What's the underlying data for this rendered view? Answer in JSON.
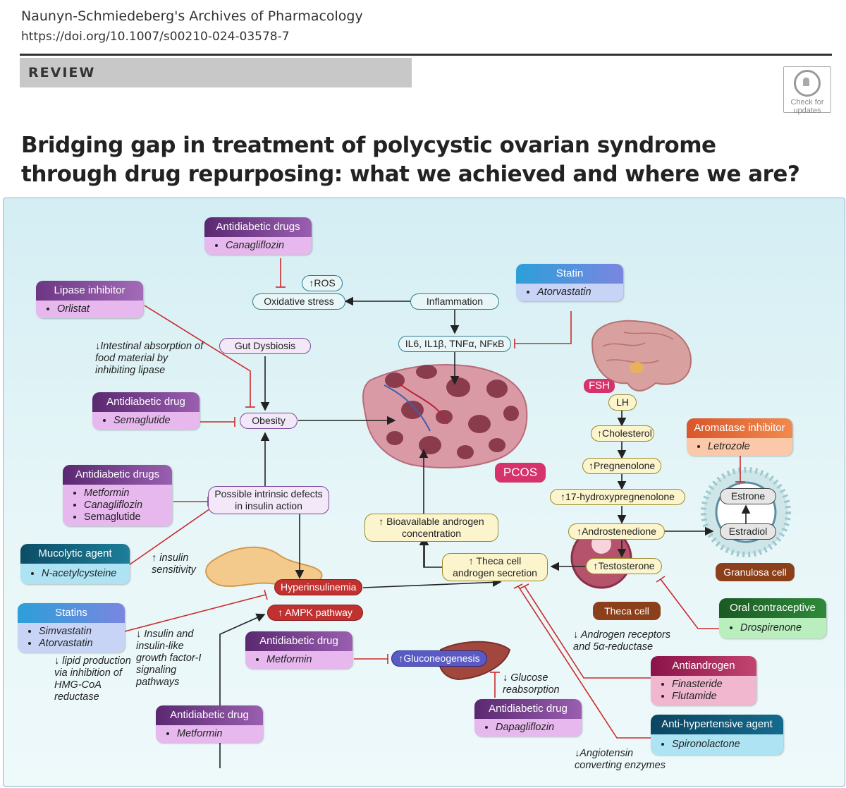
{
  "header": {
    "journal": "Naunyn-Schmiedeberg's Archives of Pharmacology",
    "doi": "https://doi.org/10.1007/s00210-024-03578-7",
    "section": "REVIEW",
    "updates_line1": "Check for",
    "updates_line2": "updates",
    "title_line1": "Bridging gap in treatment of polycystic ovarian syndrome",
    "title_line2": "through drug repurposing: what we achieved and where we are?"
  },
  "colors": {
    "antidiabetic": "#7a3f8f",
    "lipase": "#8a4b9a",
    "statin": "#3aa7de",
    "mucolytic": "#12607a",
    "aromatase": "#e46a2e",
    "contraceptive": "#1f6b2b",
    "antiandrogen": "#9b1c56",
    "antihypertensive": "#0f4d6e",
    "inhibit": "#cc2a2a",
    "arrow": "#222222"
  },
  "cards": {
    "canagliflozin": {
      "header": "Antidiabetic drugs",
      "items": [
        "Canagliflozin"
      ]
    },
    "orlistat": {
      "header": "Lipase inhibitor",
      "items": [
        "Orlistat"
      ]
    },
    "statin_top": {
      "header": "Statin",
      "items": [
        "Atorvastatin"
      ]
    },
    "semaglutide": {
      "header": "Antidiabetic drug",
      "items": [
        "Semaglutide"
      ]
    },
    "ad_three": {
      "header": "Antidiabetic drugs",
      "items": [
        "Metformin",
        "Canagliflozin",
        "Semaglutide"
      ]
    },
    "mucolytic": {
      "header": "Mucolytic agent",
      "items": [
        "N-acetylcysteine"
      ]
    },
    "statins": {
      "header": "Statins",
      "items": [
        "Simvastatin",
        "Atorvastatin"
      ]
    },
    "metformin_mid": {
      "header": "Antidiabetic drug",
      "items": [
        "Metformin"
      ]
    },
    "metformin_low": {
      "header": "Antidiabetic drug",
      "items": [
        "Metformin"
      ]
    },
    "dapagliflozin": {
      "header": "Antidiabetic drug",
      "items": [
        "Dapagliflozin"
      ]
    },
    "aromatase": {
      "header": "Aromatase inhibitor",
      "items": [
        "Letrozole"
      ]
    },
    "contraceptive": {
      "header": "Oral contraceptive",
      "items": [
        "Drospirenone"
      ]
    },
    "antiandrogen": {
      "header": "Antiandrogen",
      "items": [
        "Finasteride",
        "Flutamide"
      ]
    },
    "antihypertensive": {
      "header": "Anti-hypertensive agent",
      "items": [
        "Spironolactone"
      ]
    }
  },
  "nodes": {
    "ros": "↑ROS",
    "oxidative": "Oxidative stress",
    "inflammation": "Inflammation",
    "cytokines": "IL6, IL1β, TNFα, NFκB",
    "gut": "Gut Dysbiosis",
    "obesity": "Obesity",
    "insulin_defects": "Possible intrinsic defects in insulin action",
    "hyperinsulinemia": "Hyperinsulinemia",
    "ampk": "↑ AMPK pathway",
    "gluconeogenesis": "↑Gluconeogenesis",
    "bioavailable": "↑ Bioavailable androgen concentration",
    "theca_secretion": "↑ Theca cell androgen secretion",
    "fsh": "FSH",
    "lh": "LH",
    "cholesterol": "↑Cholesterol",
    "pregnenolone": "↑Pregnenolone",
    "hydroxy": "↑17-hydroxypregnenolone",
    "androstenedione": "↑Androstenedione",
    "testosterone": "↑Testosterone",
    "estrone": "Estrone",
    "estradiol": "Estradiol",
    "pcos": "PCOS",
    "granulosa": "Granulosa cell",
    "theca_cell": "Theca cell"
  },
  "notes": {
    "intestinal": "↓Intestinal absorption of food material by inhibiting lipase",
    "insulin_sens": "↑ insulin sensitivity",
    "lipid": "↓ lipid production via inhibition of HMG-CoA reductase",
    "igf": "↓ Insulin and insulin-like growth factor-I signaling pathways",
    "glucose": "↓ Glucose reabsorption",
    "androgen_rec": "↓ Androgen receptors and 5α-reductase",
    "angiotensin": "↓Angiotensin converting enzymes"
  }
}
